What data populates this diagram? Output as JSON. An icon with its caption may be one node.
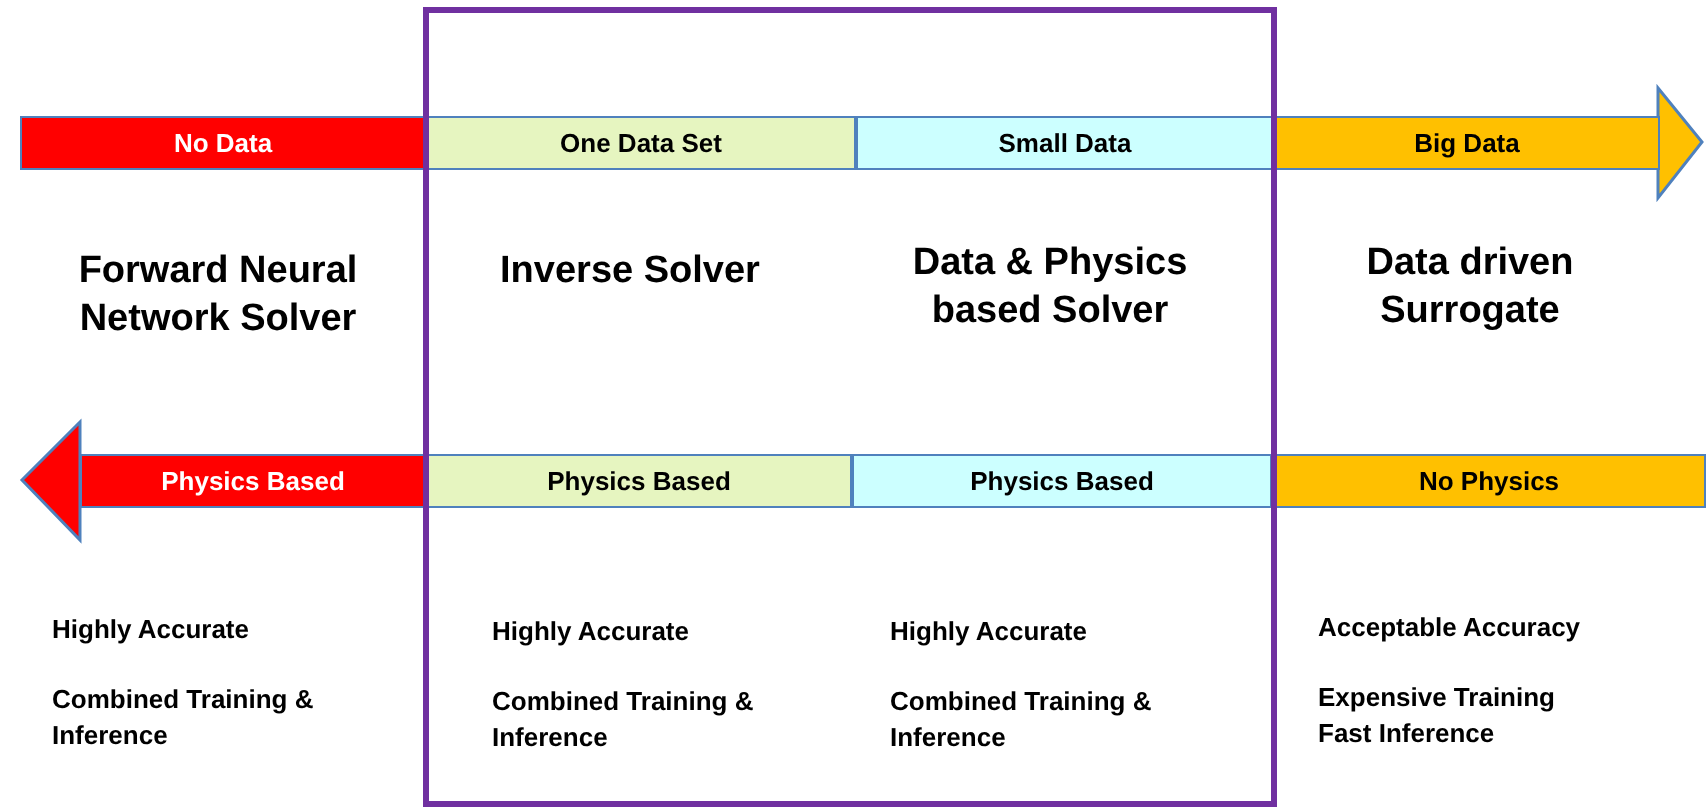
{
  "diagram": {
    "nodes": [
      {
        "text": [
          "No Data"
        ]
      },
      {
        "text": [
          "One Data Set"
        ]
      },
      {
        "text": [
          "Small Data"
        ]
      },
      {
        "text": [
          "Big Data"
        ]
      },
      {
        "text": [
          "Physics Based"
        ]
      },
      {
        "text": [
          "Physics Based"
        ]
      },
      {
        "text": [
          "Physics Based"
        ]
      },
      {
        "text": [
          "No Physics"
        ]
      }
    ],
    "edges": [],
    "labels": [
      "Forward Neural Network Solver",
      "Inverse Solver",
      "Data & Physics based Solver",
      "Data driven Surrogate",
      "Highly Accurate",
      "Highly Accurate",
      "Highly Accurate",
      "Acceptable Accuracy",
      "Combined Training & Inference",
      "Combined Training & Inference",
      "Combined Training & Inference",
      "Expensive Training",
      "Fast Inference"
    ]
  }
}
